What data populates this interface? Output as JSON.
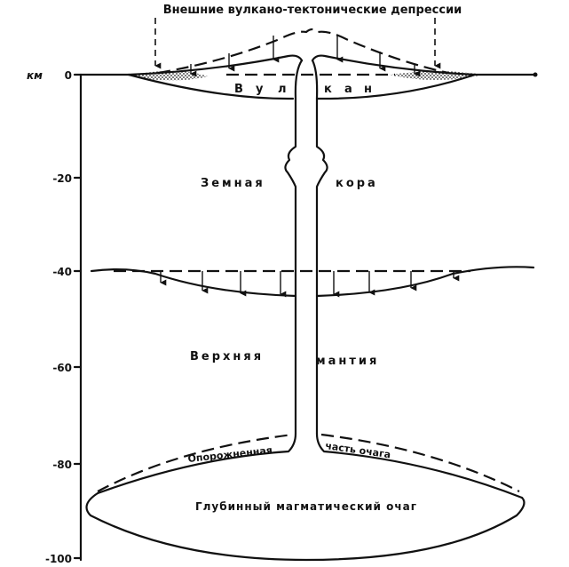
{
  "title": "Внешние вулкано-тектонические депрессии",
  "axis": {
    "unit": "км",
    "ticks": [
      "0",
      "-20",
      "-40",
      "-60",
      "-80",
      "-100"
    ]
  },
  "labels": {
    "volcano_letters": [
      "В",
      "у",
      "л",
      "к",
      "а",
      "н"
    ],
    "crust_left": "Земная",
    "crust_right": "кора",
    "mantle_left": "Верхняя",
    "mantle_right": "мантия",
    "emptied_left": "Опорожненная",
    "emptied_right": "часть очага",
    "chamber": "Глубинный магматический очаг"
  }
}
